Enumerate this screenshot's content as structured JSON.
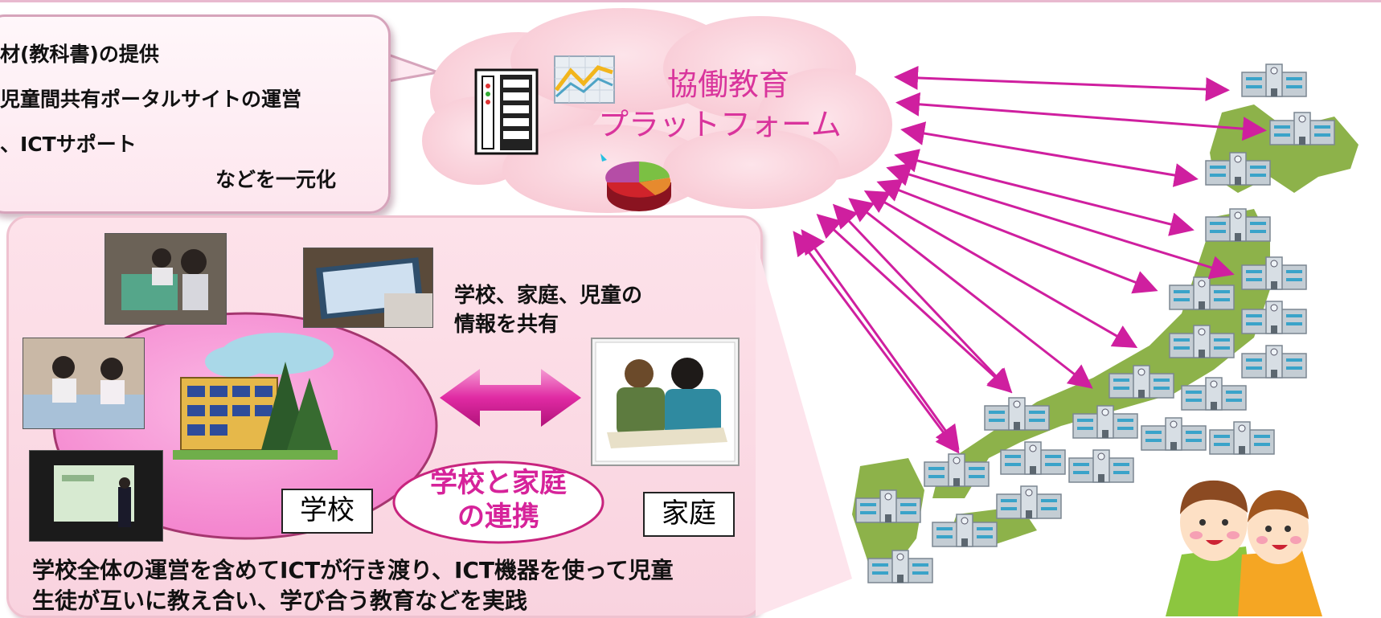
{
  "bubble": {
    "line1": "材(教科書)の提供",
    "line2": "児童間共有ポータルサイトの運営",
    "line3": "、ICTサポート",
    "line4": "などを一元化"
  },
  "cloud": {
    "title_line1": "協働教育",
    "title_line2": "プラットフォーム"
  },
  "panel": {
    "share_line1": "学校、家庭、児童の",
    "share_line2": "情報を共有",
    "school_label": "学校",
    "home_label": "家庭",
    "renkei_line1": "学校と家庭",
    "renkei_line2": "の連携",
    "caption_line1": "学校全体の運営を含めてICTが行き渡り、ICT機器を使って児童",
    "caption_line2": "生徒が互いに教え合い、学び合う教育などを実践"
  },
  "colors": {
    "accent_magenta": "#d6239a",
    "cloud_pink": "#fbd6de",
    "map_green": "#8db24a",
    "panel_pink": "#fbd9e3"
  }
}
